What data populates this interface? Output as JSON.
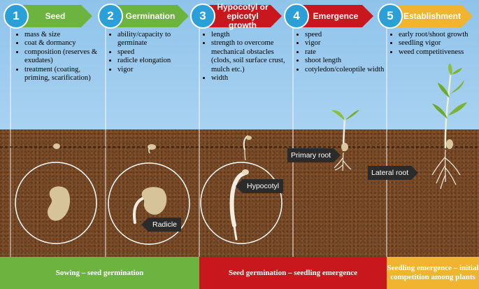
{
  "colors": {
    "seed": "#6db33f",
    "germination": "#6db33f",
    "hypocotyl": "#c8181e",
    "emergence": "#c8181e",
    "establishment": "#f0b430",
    "badge": "#2a9fd8"
  },
  "stages": [
    {
      "number": "1",
      "title": "Seed",
      "factors": [
        "mass & size",
        "coat & dormancy",
        "composition (reserves & exudates)",
        "treatment (coating, priming, scarification)"
      ]
    },
    {
      "number": "2",
      "title": "Germination",
      "factors": [
        "ability/capacity to germinate",
        "speed",
        "radicle elongation",
        "vigor"
      ]
    },
    {
      "number": "3",
      "title": "Hypocotyl or epicotyl growth",
      "factors": [
        "length",
        "strength to overcome mechanical obstacles (clods, soil surface crust, mulch etc.)",
        "width"
      ]
    },
    {
      "number": "4",
      "title": "Emergence",
      "factors": [
        "speed",
        "vigor",
        "rate",
        "shoot length",
        "cotyledon/coleoptile width"
      ]
    },
    {
      "number": "5",
      "title": "Establishment",
      "factors": [
        "early root/shoot growth",
        "seedling vigor",
        "weed competitiveness"
      ]
    }
  ],
  "labels": {
    "primary_root": "Primary root",
    "lateral_root": "Lateral root",
    "hypocotyl": "Hypocotyl",
    "radicle": "Radicle"
  },
  "phases": [
    {
      "label": "Sowing – seed germination"
    },
    {
      "label": "Seed germination – seedling emergence"
    },
    {
      "label": "Seedling emergence – initial competition among plants"
    }
  ]
}
